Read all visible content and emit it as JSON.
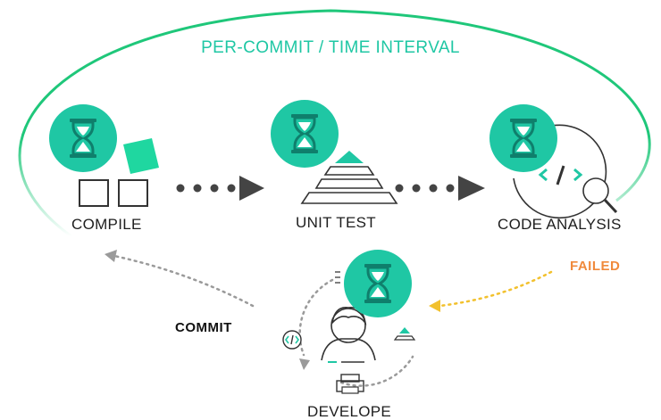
{
  "cycle": {
    "title": "PER-COMMIT / TIME INTERVAL"
  },
  "stages": {
    "compile": "COMPILE",
    "unit_test": "UNIT TEST",
    "code_analysis": "CODE ANALYSIS",
    "develope": "DEVELOPE"
  },
  "edges": {
    "failed": "FAILED",
    "commit": "COMMIT"
  },
  "colors": {
    "accent": "#1fc7a4",
    "accent_dark": "#0f7f6c",
    "loop_green": "#1fc77a",
    "failed_orange": "#f08a3c",
    "failed_arrow": "#f2c12e",
    "dark_arrow": "#444444",
    "grey_arrow": "#9a9a9a"
  },
  "icons": {
    "timer": "hourglass-icon",
    "compile": "blocks-icon",
    "unit_test": "pyramid-icon",
    "analysis": "magnifier-code-icon",
    "developer": "developer-person-icon"
  }
}
